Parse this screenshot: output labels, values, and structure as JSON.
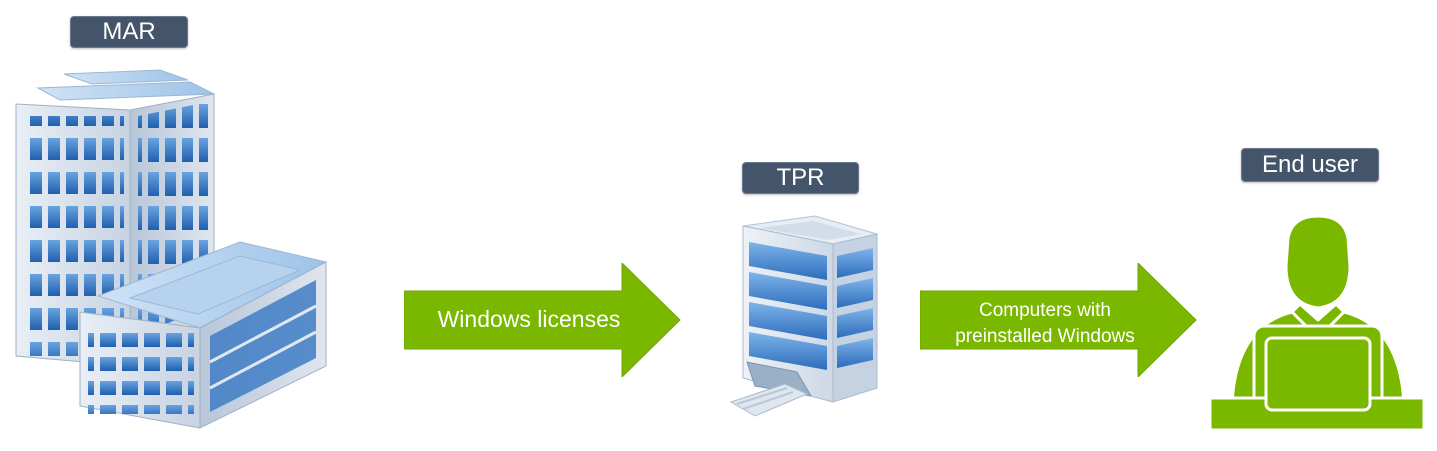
{
  "nodes": {
    "mar": {
      "label": "MAR"
    },
    "tpr": {
      "label": "TPR"
    },
    "end_user": {
      "label": "End user"
    }
  },
  "flows": [
    {
      "from": "MAR",
      "to": "TPR",
      "label": "Windows licenses"
    },
    {
      "from": "TPR",
      "to": "End user",
      "label": "Computers with preinstalled Windows"
    }
  ],
  "colors": {
    "label_bg": "#44546a",
    "arrow_fill": "#7ab800",
    "user_icon": "#7ab800"
  },
  "icons": {
    "mar": "large-office-building-icon",
    "tpr": "office-building-icon",
    "end_user": "person-with-laptop-icon"
  }
}
